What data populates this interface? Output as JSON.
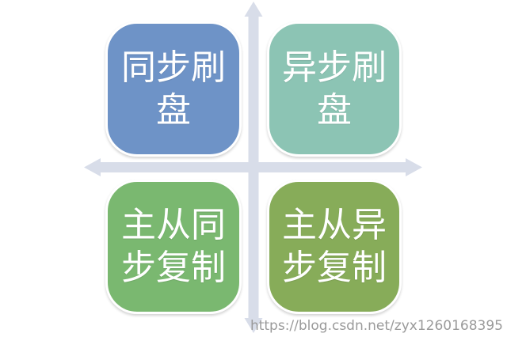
{
  "diagram": {
    "type": "quadrant-matrix",
    "quadrants": [
      {
        "position": "top-left",
        "label": "同步刷盘",
        "color": "#6e93c7"
      },
      {
        "position": "top-right",
        "label": "异步刷盘",
        "color": "#8cc4b4"
      },
      {
        "position": "bottom-left",
        "label": "主从同步复制",
        "color": "#7ab870"
      },
      {
        "position": "bottom-right",
        "label": "主从异步复制",
        "color": "#87ac59"
      }
    ],
    "axis": {
      "color": "#d8dde9",
      "vertical_arrow": "double-headed-up-down",
      "horizontal_arrow": "double-headed-left-right"
    },
    "style": {
      "box_border_color": "#ffffff",
      "text_color": "#ffffff",
      "background_color": "#ffffff"
    }
  },
  "watermark": {
    "text": "https://blog.csdn.net/zyx1260168395",
    "color": "#9a9a9a"
  }
}
